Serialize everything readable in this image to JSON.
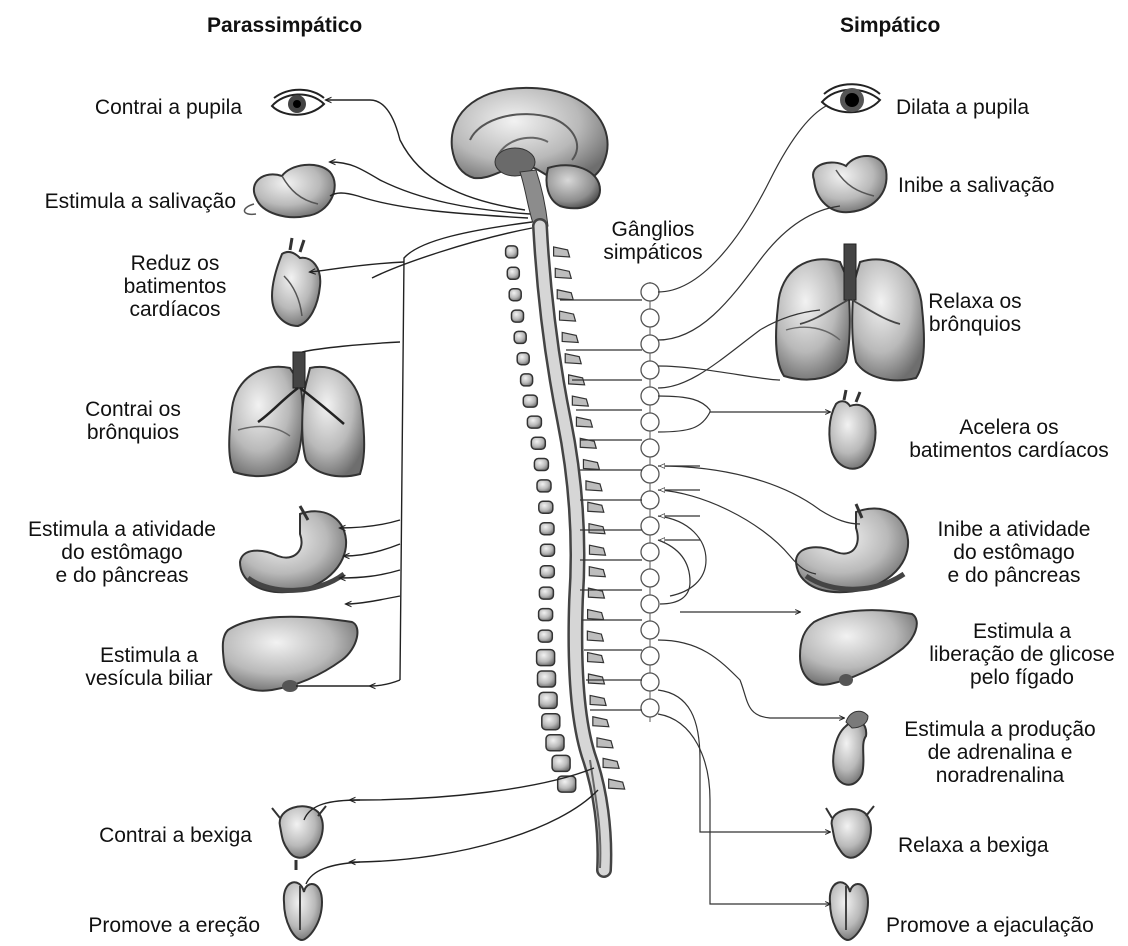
{
  "headings": {
    "left": "Parassimpático",
    "right": "Simpático"
  },
  "ganglia_label": "Gânglios\nsimpáticos",
  "parasympathetic": [
    {
      "organ": "eye-icon",
      "text": "Contrai a pupila"
    },
    {
      "organ": "salivary-gland-icon",
      "text": "Estimula a salivação"
    },
    {
      "organ": "heart-icon",
      "text": "Reduz os\nbatimentos\ncardíacos"
    },
    {
      "organ": "lungs-icon",
      "text": "Contrai os\nbrônquios"
    },
    {
      "organ": "stomach-icon",
      "text": "Estimula a atividade\ndo estômago\ne do pâncreas"
    },
    {
      "organ": "liver-icon",
      "text": "Estimula a\nvesícula biliar"
    },
    {
      "organ": "bladder-icon",
      "text": "Contrai a bexiga"
    },
    {
      "organ": "genitals-icon",
      "text": "Promove a ereção"
    }
  ],
  "sympathetic": [
    {
      "organ": "eye-icon",
      "text": "Dilata a pupila"
    },
    {
      "organ": "salivary-gland-icon",
      "text": "Inibe a salivação"
    },
    {
      "organ": "lungs-icon",
      "text": "Relaxa os\nbrônquios"
    },
    {
      "organ": "heart-icon",
      "text": "Acelera os\nbatimentos cardíacos"
    },
    {
      "organ": "stomach-icon",
      "text": "Inibe a atividade\ndo estômago\ne do pâncreas"
    },
    {
      "organ": "liver-icon",
      "text": "Estimula a\nliberação de glicose\npelo fígado"
    },
    {
      "organ": "adrenal-gland-icon",
      "text": "Estimula a produção\nde adrenalina e\nnoradrenalina"
    },
    {
      "organ": "bladder-icon",
      "text": "Relaxa a bexiga"
    },
    {
      "organ": "genitals-icon",
      "text": "Promove a ejaculação"
    }
  ]
}
